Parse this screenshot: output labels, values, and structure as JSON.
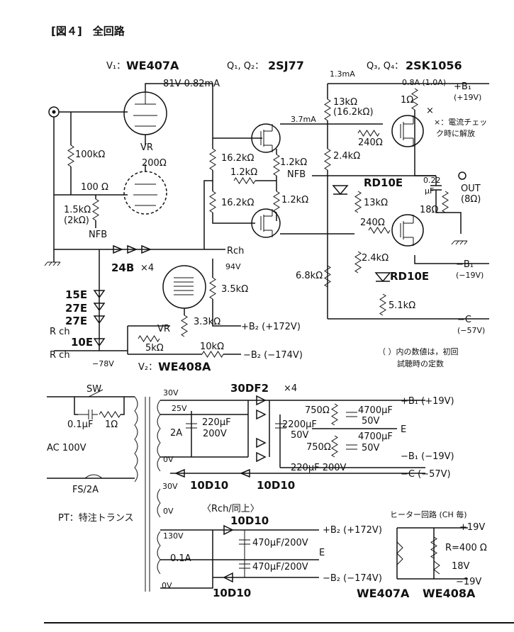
{
  "title": "[図４]　全回路",
  "tubes": {
    "v1": {
      "prefix": "V₁：",
      "name": "WE407A",
      "bias": "81V 0.82mA"
    },
    "v2": {
      "prefix": "V₂：",
      "name": "WE408A"
    }
  },
  "fets": {
    "q12": {
      "prefix": "Q₁, Q₂：",
      "name": "2SJ77"
    },
    "q34": {
      "prefix": "Q₃, Q₄：",
      "name": "2SK1056"
    }
  },
  "labels": {
    "r100k": "100kΩ",
    "vr": "VR",
    "vr200": "200Ω",
    "r100": "100 Ω",
    "r1_5k": "1.5kΩ",
    "r1_5k_alt": "(2kΩ)",
    "nfb_in": "NFB",
    "r16_2k_a": "16.2kΩ",
    "r16_2k_b": "16.2kΩ",
    "r1_2k_a": "1.2kΩ",
    "r1_2k_b": "1.2kΩ",
    "r1_2k_c": "1.2kΩ",
    "nfb_out": "NFB",
    "i_1_3": "1.3mA",
    "i_3_7": "3.7mA",
    "i_0_8": "0.8A (1.0A)",
    "r13k": "13kΩ",
    "r13k_alt": "(16.2kΩ)",
    "r2_4k_a": "2.4kΩ",
    "r240_a": "240Ω",
    "r1": "1Ω",
    "x_note_1": "×：電流チェッ",
    "x_note_2": "ク時に解放",
    "rd10e_a": "RD10E",
    "r13k_b": "13kΩ",
    "r240_b": "240Ω",
    "r2_4k_b": "2.4kΩ",
    "rd10e_b": "RD10E",
    "r6_8k": "6.8kΩ",
    "r5_1k": "5.1kΩ",
    "c0_22_1": "0.22",
    "c0_22_2": "μF",
    "r18": "18Ω",
    "out": "OUT",
    "out_ohm": "(8Ω)",
    "b1p": "+B₁",
    "b1p_v": "(+19V)",
    "b1m": "−B₁",
    "b1m_v": "(−19V)",
    "cm": "−C",
    "cm_v": "(−57V)",
    "rch_a": "Rch",
    "led": "24B",
    "led_mult": "×4",
    "v94": "94V",
    "r3_5k": "3.5kΩ",
    "z15": "15E",
    "z27a": "27E",
    "z27b": "27E",
    "z10": "10E",
    "rch_b": "R ch",
    "rch_c": "R ch",
    "vr_b": "VR",
    "r5k": "5kΩ",
    "r3_3k": "3.3kΩ",
    "b2p": "+B₂ (+172V)",
    "r10k": "10kΩ",
    "b2m": "−B₂ (−174V)",
    "v78": "−78V",
    "note1": "（ ）内の数値は，初回",
    "note2": "試聴時の定数"
  },
  "psu": {
    "sw": "SW",
    "c01": "0.1μF",
    "r1": "1Ω",
    "ac": "AC 100V",
    "fs": "FS/2A",
    "pt": "PT：特注トランス",
    "t30": "30V",
    "t25": "25V",
    "t2a": "2A",
    "t0": "0V",
    "c220_1": "220μF",
    "c220_2": "200V",
    "dio": "30DF2",
    "dio_mult": "×4",
    "r750a": "750Ω",
    "r750b": "750Ω",
    "c2200_1": "2200μF",
    "c2200_2": "50V",
    "c4700a_1": "4700μF",
    "c4700a_2": "50V",
    "c4700b_1": "4700μF",
    "c4700b_2": "50V",
    "e1": "E",
    "b1p": "+B₁ (+19V)",
    "b1m": "−B₁ (−19V)",
    "c220b": "220μF 200V",
    "cm": "−C (−57V)",
    "d10a": "10D10",
    "d10b": "10D10",
    "t30b": "30V",
    "t0b": "0V",
    "rch_same": "〈Rch/同上〉",
    "t130": "130V",
    "t01a": "0.1A",
    "t0c": "0V",
    "d10c": "10D10",
    "d10d": "10D10",
    "b2p": "+B₂ (+172V)",
    "c470a": "470μF/200V",
    "c470b": "470μF/200V",
    "e2": "E",
    "b2m": "−B₂ (−174V)",
    "heater_title": "ヒーター回路 (CH 毎)",
    "h19p": "+19V",
    "h19m": "−19V",
    "hr": "R=400 Ω",
    "h18": "18V",
    "h407": "WE407A",
    "h408": "WE408A"
  }
}
